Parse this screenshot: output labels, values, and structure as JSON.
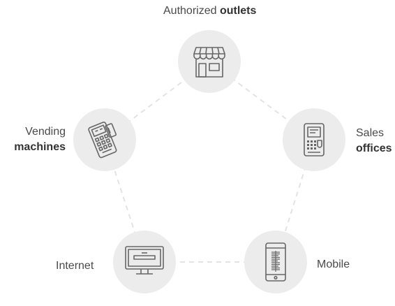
{
  "nodes": {
    "outlets": {
      "label_regular": "Authorized ",
      "label_bold": "outlets",
      "icon": "storefront-icon"
    },
    "sales": {
      "label_regular": "Sales",
      "label_bold": "offices",
      "icon": "atm-kiosk-icon"
    },
    "mobile": {
      "label": "Mobile",
      "icon": "smartphone-barcode-icon"
    },
    "internet": {
      "label": "Internet",
      "icon": "monitor-icon"
    },
    "vending": {
      "label_regular": "Vending",
      "label_bold": "machines",
      "icon": "card-terminal-icon"
    }
  },
  "colors": {
    "circle": "#ececec",
    "icon_stroke": "#666666",
    "connector": "#e3e3e3",
    "text": "#4a4a4a"
  }
}
